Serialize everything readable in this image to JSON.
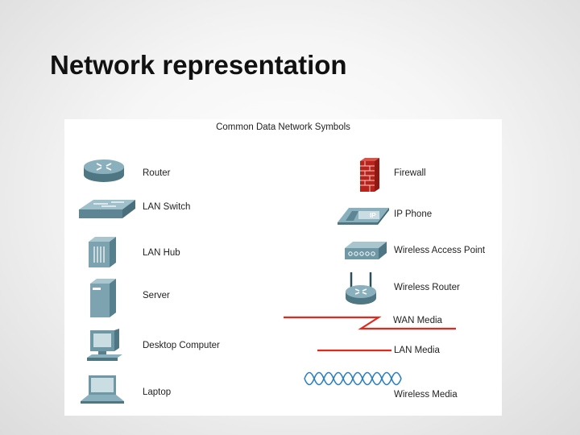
{
  "slide": {
    "title": "Network representation"
  },
  "figure": {
    "title": "Common Data Network Symbols",
    "left_symbols": [
      {
        "label": "Router",
        "icon": "router-icon"
      },
      {
        "label": "LAN Switch",
        "icon": "lan-switch-icon"
      },
      {
        "label": "LAN Hub",
        "icon": "lan-hub-icon"
      },
      {
        "label": "Server",
        "icon": "server-icon"
      },
      {
        "label": "Desktop Computer",
        "icon": "desktop-computer-icon"
      },
      {
        "label": "Laptop",
        "icon": "laptop-icon"
      }
    ],
    "right_symbols": [
      {
        "label": "Firewall",
        "icon": "firewall-icon"
      },
      {
        "label": "IP Phone",
        "icon": "ip-phone-icon"
      },
      {
        "label": "Wireless Access Point",
        "icon": "wireless-access-point-icon"
      },
      {
        "label": "Wireless Router",
        "icon": "wireless-router-icon"
      },
      {
        "label": "WAN Media",
        "icon": "wan-media-icon"
      },
      {
        "label": "LAN Media",
        "icon": "lan-media-icon"
      },
      {
        "label": "Wireless Media",
        "icon": "wireless-media-icon"
      }
    ],
    "ip_phone_badge": "IP",
    "colors": {
      "device_teal": "#6f98a6",
      "media_red": "#e02a1f",
      "wireless_blue": "#2b7fc2",
      "firewall_red": "#b8241b"
    }
  }
}
